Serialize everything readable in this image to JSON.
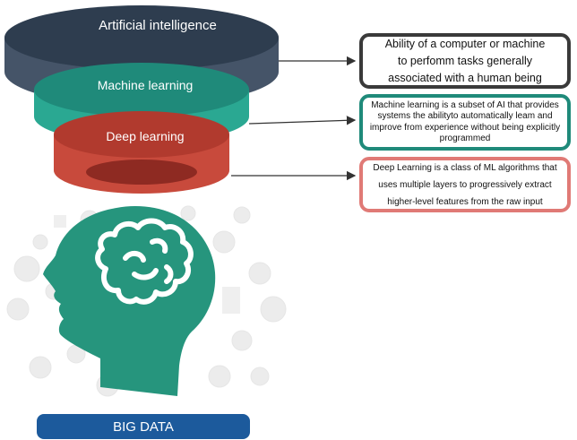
{
  "tiers": [
    {
      "label": "Artificial intelligence",
      "color": "#2e3d4f"
    },
    {
      "label": "Machine learning",
      "color": "#1f8a7a"
    },
    {
      "label": "Deep learning",
      "color": "#b13a2e"
    }
  ],
  "boxes": [
    {
      "lines": [
        "Ability of a computer or machine",
        "to perfomm tasks generally",
        "associated with a human being"
      ],
      "border_color": "#3a3a3a"
    },
    {
      "lines": [
        "Machine learning is a subset of AI that provides",
        "systems the abilityto automatically leam and",
        "improve from experience without being explicitly",
        "programmed"
      ],
      "border_color": "#1f8a7a"
    },
    {
      "lines": [
        "Deep Learning is a class of ML algorithms that",
        "uses multiple layers to progressively extract",
        "higher-level features from the raw input"
      ],
      "border_color": "#e07a76"
    }
  ],
  "footer": {
    "label": "BIG DATA",
    "color": "#1c5a9c"
  },
  "icons": [
    "human-head-icon",
    "brain-icon"
  ]
}
